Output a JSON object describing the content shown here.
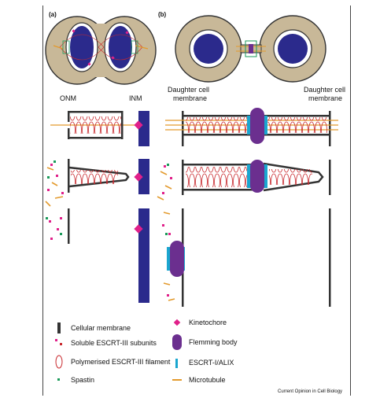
{
  "panels": {
    "a_label": "(a)",
    "b_label": "(b)"
  },
  "labels": {
    "onm": "ONM",
    "inm": "INM",
    "daughter_left_1": "Daughter cell",
    "daughter_left_2": "membrane",
    "daughter_right_1": "Daughter cell",
    "daughter_right_2": "membrane"
  },
  "legend": [
    {
      "key": "cellular_membrane",
      "label": "Cellular membrane"
    },
    {
      "key": "soluble_escrt",
      "label": "Soluble ESCRT-III subunits"
    },
    {
      "key": "polymerised_escrt",
      "label": "Polymerised ESCRT-III filament"
    },
    {
      "key": "spastin",
      "label": "Spastin"
    },
    {
      "key": "kinetochore",
      "label": "Kinetochore"
    },
    {
      "key": "flemming_body",
      "label": "Flemming body"
    },
    {
      "key": "escrt_alix",
      "label": "ESCRT-I/ALIX"
    },
    {
      "key": "microtubule",
      "label": "Microtubule"
    }
  ],
  "footer": "Current Opinion in Cell Biology",
  "colors": {
    "membrane": "#333333",
    "chromatin": "#2b2a8c",
    "kinetochore": "#e0208a",
    "flemming": "#6b2f8f",
    "escrt_alix": "#1aa6cf",
    "microtubule": "#e39a2d",
    "escrt_filament": "#c8282d",
    "spastin": "#1a9a5a",
    "cell_body": "#c8b898"
  }
}
